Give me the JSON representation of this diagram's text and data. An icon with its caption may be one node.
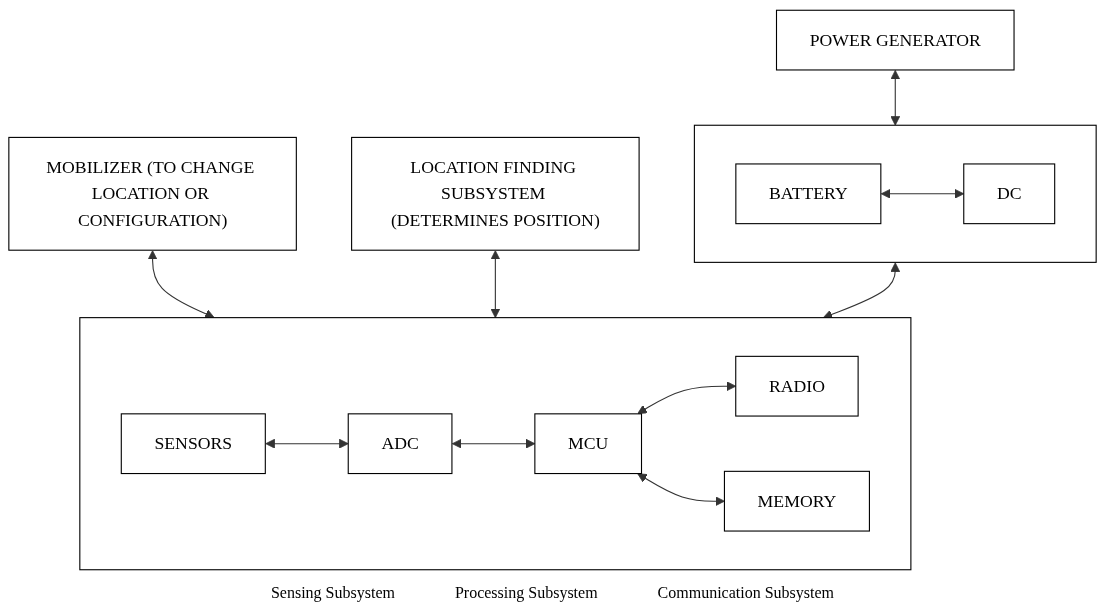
{
  "diagram": {
    "nodes": [
      {
        "text": [
          "POWER GENERATOR"
        ]
      },
      {
        "text": [
          "MOBILIZER (TO CHANGE LOCATION OR CONFIGURATION)"
        ]
      },
      {
        "text": [
          "LOCATION FINDING SUBSYSTEM (DETERMINES POSITION)"
        ]
      },
      {
        "text": [],
        "shape": "box"
      },
      {
        "text": [
          "BATTERY"
        ],
        "in": 3
      },
      {
        "text": [
          "DC"
        ],
        "in": 3
      },
      {
        "text": [],
        "shape": "box"
      },
      {
        "text": [
          "SENSORS"
        ],
        "in": 6
      },
      {
        "text": [
          "ADC"
        ],
        "in": 6
      },
      {
        "text": [
          "MCU"
        ],
        "in": 6
      },
      {
        "text": [
          "MEMORY"
        ],
        "in": 6
      },
      {
        "text": [
          "RADIO"
        ],
        "in": 6
      }
    ],
    "edges": [
      {
        "from": 0,
        "to": 3,
        "arrow": "both"
      },
      {
        "from": 1,
        "to": 6,
        "arrow": "both"
      },
      {
        "from": 2,
        "to": 6,
        "arrow": "both"
      },
      {
        "from": 4,
        "to": 5,
        "arrow": "both"
      },
      {
        "from": 3,
        "to": 6,
        "arrow": "both"
      },
      {
        "from": 7,
        "to": 8,
        "arrow": "both"
      },
      {
        "from": 8,
        "to": 9,
        "arrow": "both"
      },
      {
        "from": 9,
        "to": 11,
        "arrow": "both"
      },
      {
        "from": 9,
        "to": 10,
        "arrow": "both"
      }
    ],
    "labels": [
      "Sensing Subsystem",
      "Processing Subsystem",
      "Communication Subsystem"
    ]
  }
}
